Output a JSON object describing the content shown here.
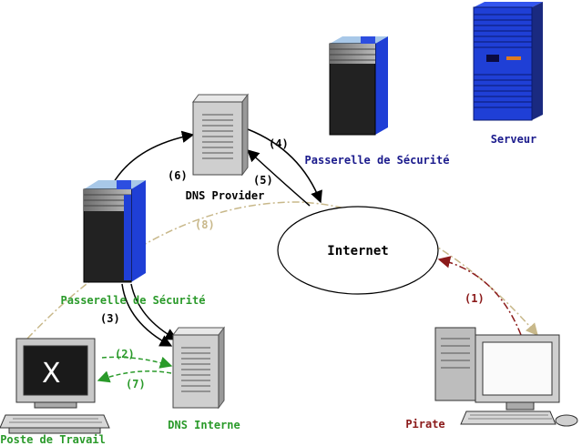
{
  "nodes": {
    "serveur": "Serveur",
    "passerelle_top": "Passerelle de Sécurité",
    "dns_provider": "DNS Provider",
    "internet": "Internet",
    "passerelle_left": "Passerelle de Sécurité",
    "dns_interne": "DNS Interne",
    "poste": "Poste de Travail",
    "pirate": "Pirate"
  },
  "steps": {
    "s1": "(1)",
    "s2": "(2)",
    "s3": "(3)",
    "s4": "(4)",
    "s5": "(5)",
    "s6": "(6)",
    "s7": "(7)",
    "s8": "(8)"
  },
  "screen_glyph": "X",
  "colors": {
    "black": "#000000",
    "blue_label": "#1a1a8c",
    "green": "#2a9a2a",
    "dark_red": "#8b1a1a",
    "tan": "#c8b88a",
    "server_blue": "#1f3fd6"
  }
}
